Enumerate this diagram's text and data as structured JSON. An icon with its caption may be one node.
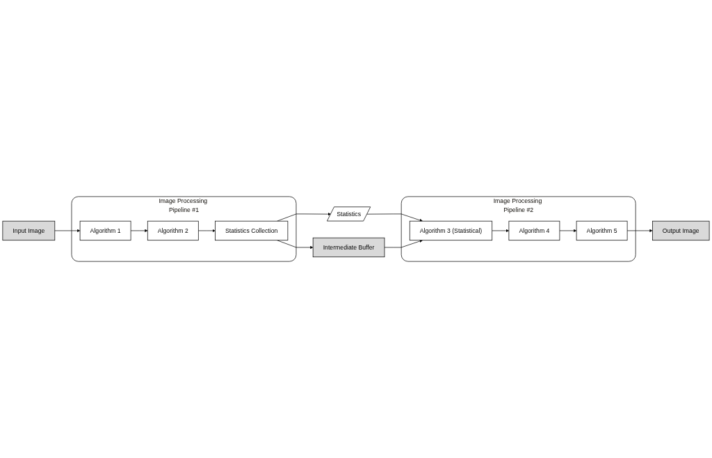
{
  "diagram": {
    "nodes": [
      {
        "text": [
          "Input Image"
        ]
      },
      {
        "text": [
          "Image Processing Pipeline #1"
        ]
      },
      {
        "text": [
          "Algorithm 1"
        ],
        "in": 1
      },
      {
        "text": [
          "Algorithm 2"
        ],
        "in": 1
      },
      {
        "text": [
          "Statistics Collection"
        ],
        "in": 1
      },
      {
        "text": [
          "Intermediate Buffer"
        ]
      },
      {
        "text": [
          "Statistics"
        ]
      },
      {
        "text": [
          "Image Processing Pipeline #2"
        ]
      },
      {
        "text": [
          "Algorithm 3 (Statistical)"
        ],
        "in": 7
      },
      {
        "text": [
          "Algorithm 4"
        ],
        "in": 7
      },
      {
        "text": [
          "Algorithm 5"
        ],
        "in": 7
      },
      {
        "text": [
          "Output Image"
        ]
      }
    ],
    "edges": [
      {
        "from": 0,
        "to": 2,
        "arrow": "to"
      },
      {
        "from": 2,
        "to": 3,
        "arrow": "to"
      },
      {
        "from": 3,
        "to": 4,
        "arrow": "to"
      },
      {
        "from": 4,
        "to": 5,
        "arrow": "to"
      },
      {
        "from": 4,
        "to": 6,
        "arrow": "to"
      },
      {
        "from": 6,
        "to": 8,
        "arrow": "to"
      },
      {
        "from": 5,
        "to": 8,
        "arrow": "to"
      },
      {
        "from": 8,
        "to": 9,
        "arrow": "to"
      },
      {
        "from": 9,
        "to": 10,
        "arrow": "to"
      },
      {
        "from": 10,
        "to": 11,
        "arrow": "to"
      }
    ]
  }
}
